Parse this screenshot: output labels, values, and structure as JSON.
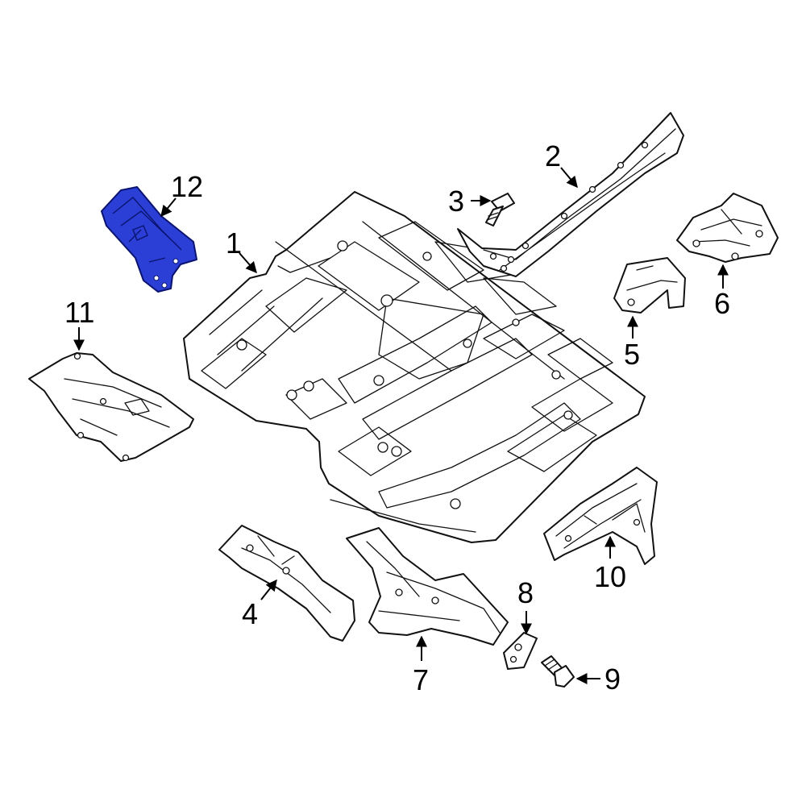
{
  "colors": {
    "highlight_fill": "#2b3fd6",
    "highlight_stroke": "#0a1470",
    "line": "#111111",
    "background": "#ffffff"
  },
  "callouts": {
    "c1": "1",
    "c2": "2",
    "c3": "3",
    "c4": "4",
    "c5": "5",
    "c6": "6",
    "c7": "7",
    "c8": "8",
    "c9": "9",
    "c10": "10",
    "c11": "11",
    "c12": "12"
  },
  "highlighted_callout": "12"
}
